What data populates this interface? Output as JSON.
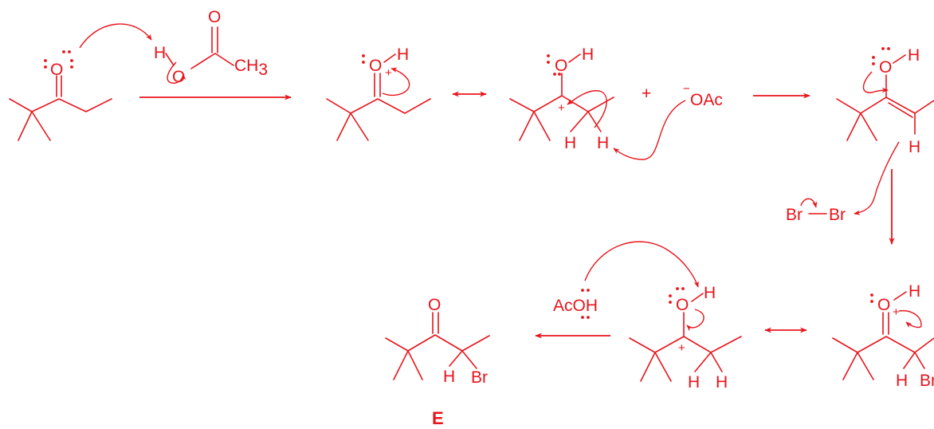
{
  "colors": {
    "ink": "#e8141b",
    "background": "#ffffff"
  },
  "atoms": {
    "oxygen": "O",
    "hydrogen": "H",
    "bromine": "Br",
    "methyl": "CH",
    "methyl_subscript": "3",
    "acetate": "OAc",
    "acetic_acid": "AcOH"
  },
  "charges": {
    "positive": "+",
    "negative": "−"
  },
  "plus_sign": "+",
  "compound_label": "E"
}
